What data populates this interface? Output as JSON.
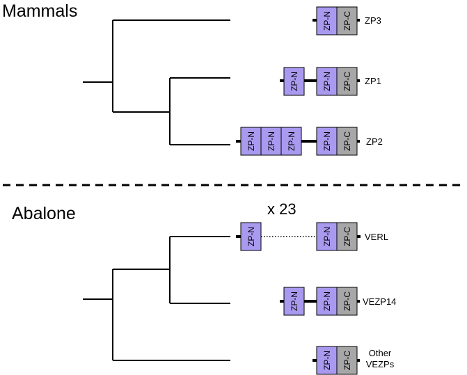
{
  "sections": {
    "mammals": "Mammals",
    "abalone": "Abalone"
  },
  "domains": {
    "zp_n": "ZP-N",
    "zp_c": "ZP-C"
  },
  "proteins": {
    "zp3": "ZP3",
    "zp1": "ZP1",
    "zp2": "ZP2",
    "verl": "VERL",
    "vezp14": "VEZP14",
    "other_line1": "Other",
    "other_line2": "VEZPs"
  },
  "multiplier": "x 23",
  "colors": {
    "zp_n_fill": "#a99af0",
    "zp_c_fill": "#a7a7a7"
  }
}
